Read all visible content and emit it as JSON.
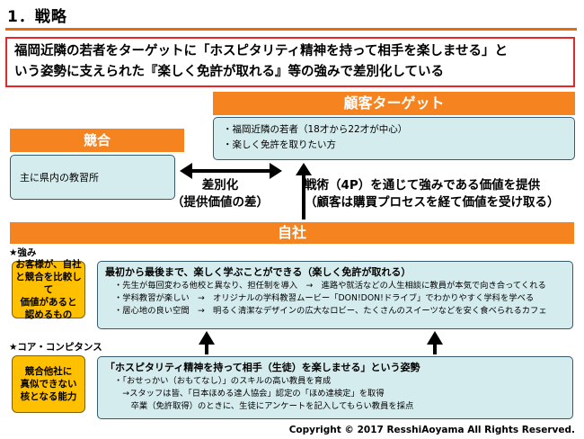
{
  "page": {
    "title": "1．戦略"
  },
  "summary": {
    "line1": "福岡近隣の若者をターゲットに「ホスピタリティ精神を持って相手を楽しませる」と",
    "line2": "いう姿勢に支えられた『楽しく免許が取れる』等の強みで差別化している"
  },
  "target": {
    "header": "顧客ターゲット",
    "items": [
      "・福岡近隣の若者（18才から22才が中心）",
      "・楽しく免許を取りたい方"
    ]
  },
  "competitor": {
    "header": "競合",
    "body": "主に県内の教習所"
  },
  "differentiation": {
    "line1": "差別化",
    "line2": "（提供価値の差）"
  },
  "technique": {
    "line1": "戦術（4P）を通じて強みである価値を提供",
    "line2": "（顧客は購買プロセスを経て価値を受け取る）"
  },
  "company": {
    "header": "自社"
  },
  "strengths": {
    "label": "★強み",
    "note": [
      "お客様が、自社",
      "と競合を比較して",
      "価値があると",
      "認めるもの"
    ],
    "title": "最初から最後まで、楽しく学ぶことができる（楽しく免許が取れる）",
    "items": [
      "・先生が毎回変わる他校と異なり、担任制を導入　→　進路や就活などの人生相談に教員が本気で向き合ってくれる",
      "・学科教習が楽しい　→　オリジナルの学科教習ムービー「DON!DON!ドライブ」でわかりやすく学科を学べる",
      "・居心地の良い空間　→　明るく清潔なデザインの広大なロビー、たくさんのスイーツなどを安く食べられるカフェ"
    ]
  },
  "core": {
    "label": "★コア・コンピタンス",
    "note": [
      "競合他社に",
      "真似できない",
      "核となる能力"
    ],
    "title": "「ホスピタリティ精神を持って相手（生徒）を楽しませる」という姿勢",
    "items": [
      "・「おせっかい（おもてなし）」のスキルの高い教員を育成",
      "　→スタッフは皆、「日本ほめる達人協会」認定の「ほめ達検定」を取得",
      "　　卒業（免許取得）のときに、生徒にアンケートを記入してもらい教員を採点"
    ]
  },
  "footer": {
    "copyright": "Copyright ©  2017 ResshiAoyama All Rights Reserved."
  },
  "colors": {
    "accent_orange": "#f5831f",
    "border_red": "#e8262a",
    "box_teal": "#d5ecee",
    "note_gold": "#ffc000"
  }
}
